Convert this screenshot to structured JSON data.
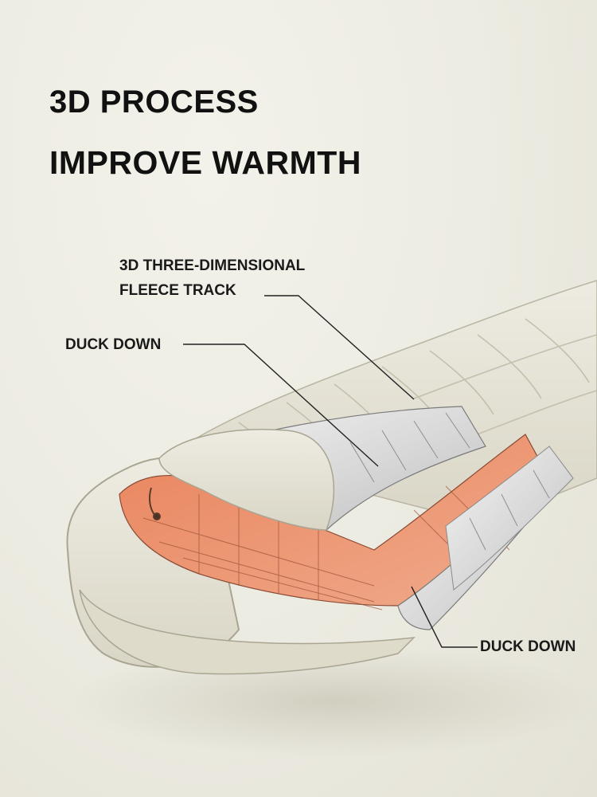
{
  "headline": {
    "line1": "3D PROCESS",
    "line2": "IMPROVE WARMTH"
  },
  "callouts": {
    "fleece_track_line1": "3D THREE-DIMENSIONAL",
    "fleece_track_line2": "FLEECE TRACK",
    "duck_down_top": "DUCK DOWN",
    "duck_down_bottom": "DUCK DOWN"
  },
  "colors": {
    "background": "#ecebe2",
    "shell": "#e4e2d4",
    "lining": "#e8906c",
    "down_fill": "#dcdcdc",
    "text": "#111111"
  }
}
